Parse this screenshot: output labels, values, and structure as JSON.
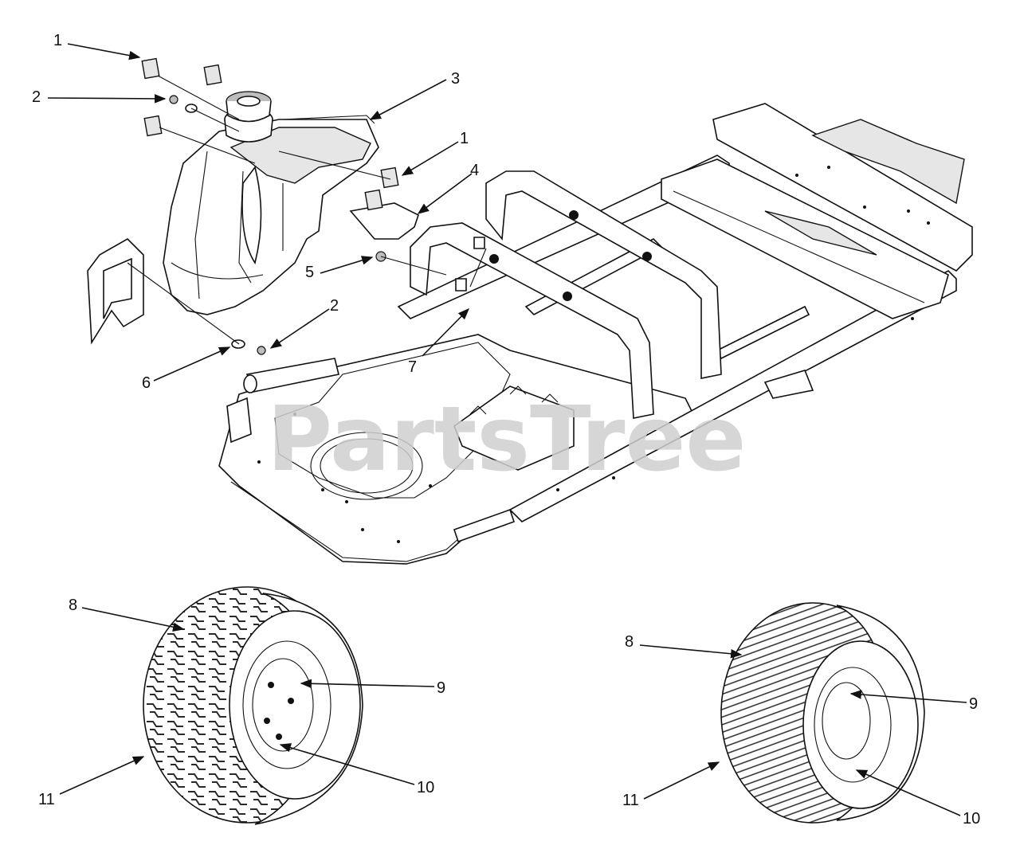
{
  "watermark": "PartsTree",
  "callouts": [
    {
      "id": "c1a",
      "text": "1"
    },
    {
      "id": "c2a",
      "text": "2"
    },
    {
      "id": "c3",
      "text": "3"
    },
    {
      "id": "c1b",
      "text": "1"
    },
    {
      "id": "c4",
      "text": "4"
    },
    {
      "id": "c5",
      "text": "5"
    },
    {
      "id": "c2b",
      "text": "2"
    },
    {
      "id": "c6",
      "text": "6"
    },
    {
      "id": "c7",
      "text": "7"
    },
    {
      "id": "c8a",
      "text": "8"
    },
    {
      "id": "c9a",
      "text": "9"
    },
    {
      "id": "c10a",
      "text": "10"
    },
    {
      "id": "c11a",
      "text": "11"
    },
    {
      "id": "c8b",
      "text": "8"
    },
    {
      "id": "c9b",
      "text": "9"
    },
    {
      "id": "c11b",
      "text": "11"
    },
    {
      "id": "c10b",
      "text": "10"
    }
  ],
  "colors": {
    "line": "#111111",
    "watermark": "#cfcfcf",
    "background": "#ffffff"
  }
}
